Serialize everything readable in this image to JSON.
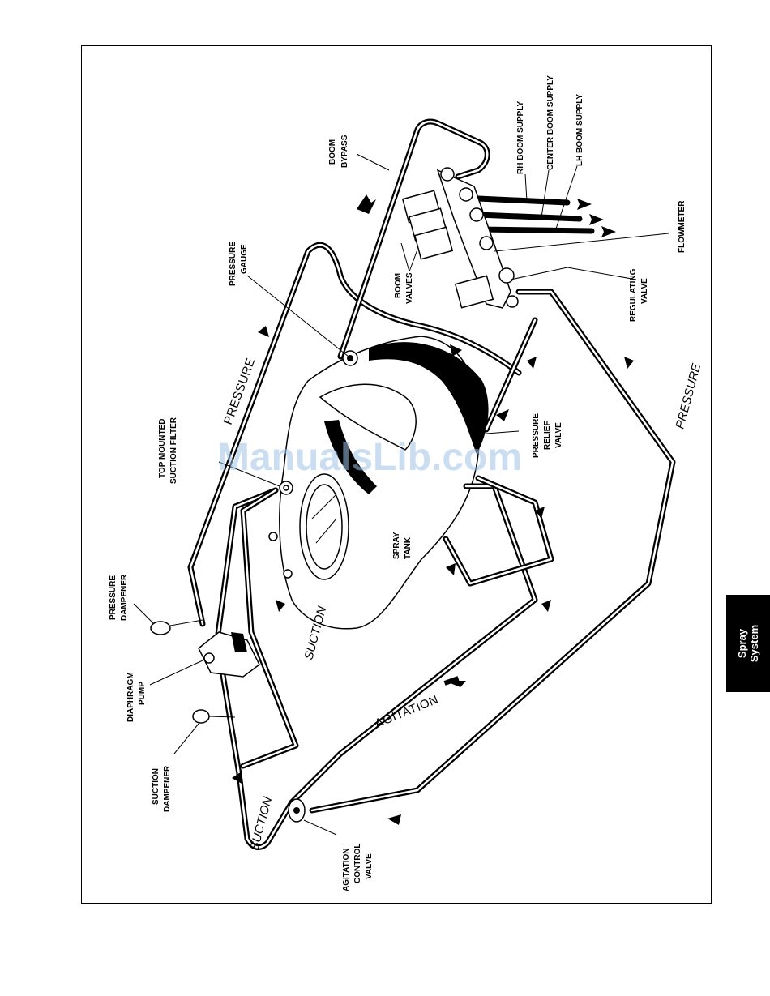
{
  "watermark": "ManualsLib.com",
  "side_tab": {
    "line1": "Spray",
    "line2": "System"
  },
  "labels": {
    "rh_boom_supply": "RH BOOM SUPPLY",
    "center_boom_supply": "CENTER BOOM SUPPLY",
    "lh_boom_supply": "LH BOOM SUPPLY",
    "boom_bypass": [
      "BOOM",
      "BYPASS"
    ],
    "flowmeter": "FLOWMETER",
    "pressure_gauge": [
      "PRESSURE",
      "GAUGE"
    ],
    "boom_valves": [
      "BOOM",
      "VALVES"
    ],
    "regulating_valve": [
      "REGULATING",
      "VALVE"
    ],
    "pressure_relief_valve": [
      "PRESSURE",
      "RELIEF",
      "VALVE"
    ],
    "top_mounted_suction_filter": [
      "TOP MOUNTED",
      "SUCTION FILTER"
    ],
    "spray_tank": [
      "SPRAY",
      "TANK"
    ],
    "pressure_dampener": [
      "PRESSURE",
      "DAMPENER"
    ],
    "diaphragm_pump": [
      "DIAPHRAGM",
      "PUMP"
    ],
    "suction_dampener": [
      "SUCTION",
      "DAMPENER"
    ],
    "agitation_control_valve": [
      "AGITATION",
      "CONTROL",
      "VALVE"
    ]
  },
  "flow_labels": {
    "pressure_left": "PRESSURE",
    "pressure_right": "PRESSURE",
    "suction_mid": "SUCTION",
    "suction_low": "SUCTION",
    "agitation": "AGITATION"
  }
}
